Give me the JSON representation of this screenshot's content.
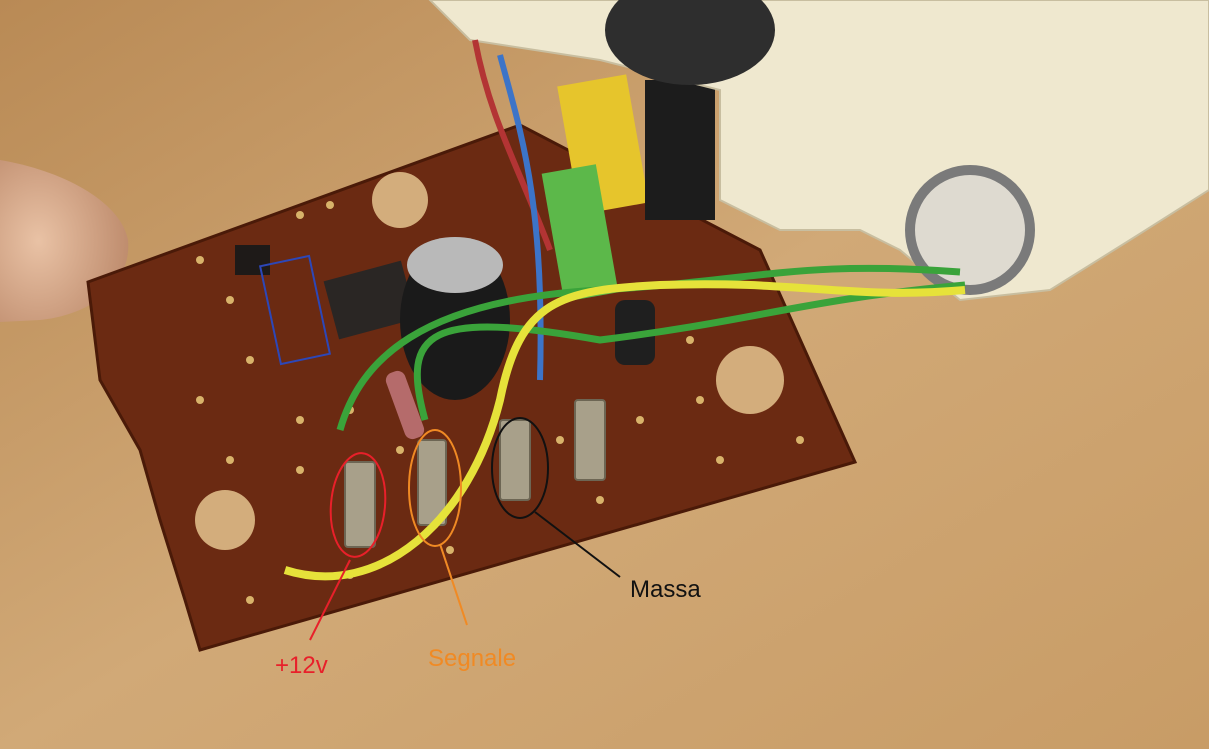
{
  "annotations": {
    "plus12v": {
      "label": "+12v",
      "color": "#e8202a"
    },
    "segnale": {
      "label": "Segnale",
      "color": "#f08a24"
    },
    "massa": {
      "label": "Massa",
      "color": "#111111"
    }
  },
  "colors": {
    "table": "#c9a06b",
    "pcb": "#6b2a12",
    "plastic": "#efe8cf",
    "wire_yellow": "#e6e23a",
    "wire_green": "#3aa33a"
  }
}
